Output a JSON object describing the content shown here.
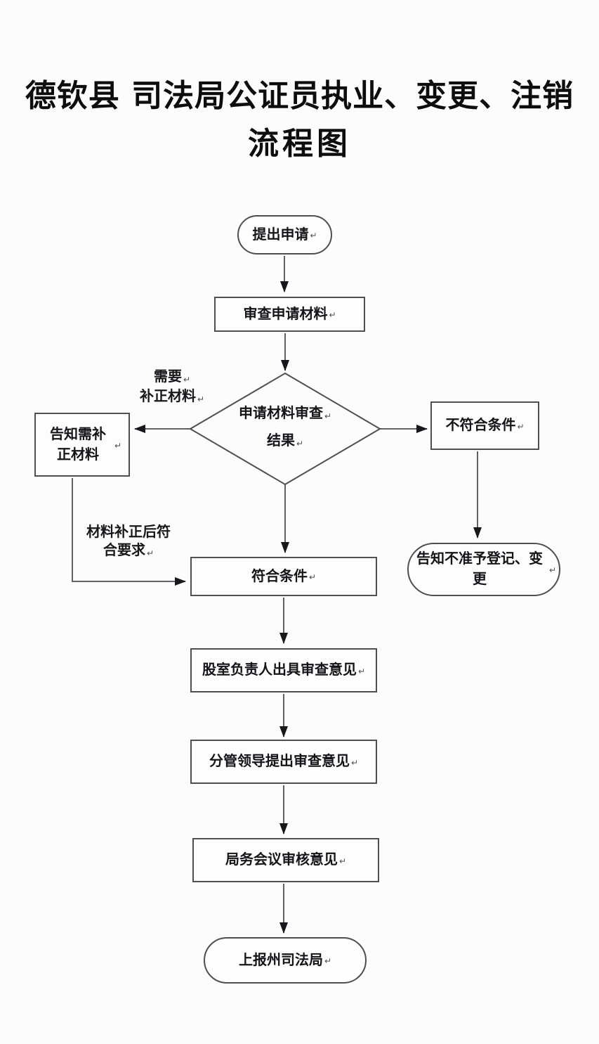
{
  "title": {
    "line1": "德钦县 司法局公证员执业、变更、注销",
    "line2": "流程图"
  },
  "return_mark": "↵",
  "nodes": {
    "start": {
      "label": "提出申请"
    },
    "review": {
      "label": "审查申请材料"
    },
    "decision": {
      "line1": "申请材料审查",
      "line2": "结果"
    },
    "notify_supplement": {
      "label": "告知需补正材料"
    },
    "not_qualified": {
      "label": "不符合条件"
    },
    "notify_rejection": {
      "label": "告知不准予登记、变更"
    },
    "qualified": {
      "label": "符合条件"
    },
    "section_opinion": {
      "label": "股室负责人出具审查意见"
    },
    "leader_opinion": {
      "label": "分管领导提出审查意见"
    },
    "bureau_meeting": {
      "label": "局务会议审核意见"
    },
    "report": {
      "label": "上报州司法局"
    }
  },
  "edge_labels": {
    "need_supplement_line1": "需要",
    "need_supplement_line2": "补正材料",
    "after_supplement": "材料补正后符合要求"
  },
  "colors": {
    "background": "#fcfcfc",
    "node_border": "#4b5054",
    "connector_line": "#5d6266",
    "arrowhead": "#16181b",
    "text": "#131519"
  }
}
